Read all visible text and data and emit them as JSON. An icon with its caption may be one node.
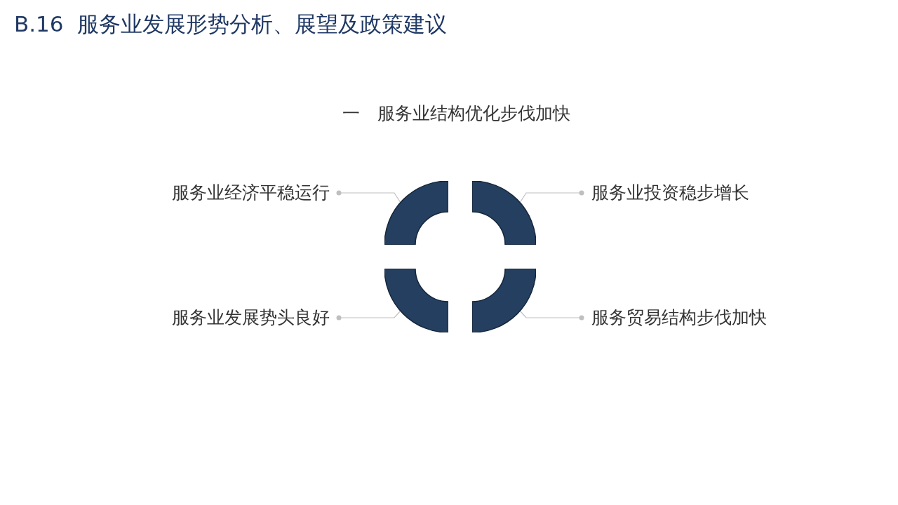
{
  "diagram": {
    "title": "B.16  服务业发展形势分析、展望及政策建议",
    "nodes": [
      {
        "text": [
          "服务业经济平稳运行"
        ]
      },
      {
        "text": [],
        "shape": "arc"
      },
      {
        "text": [],
        "shape": "arc"
      },
      {
        "text": [
          "服务业投资稳步增长"
        ]
      },
      {
        "text": [
          "服务业发展势头良好"
        ]
      },
      {
        "text": [],
        "shape": "arc"
      },
      {
        "text": [],
        "shape": "arc"
      },
      {
        "text": [
          "服务贸易结构步伐加快"
        ]
      }
    ],
    "edges": [
      {
        "from": 0,
        "to": 1,
        "arrow": "other"
      },
      {
        "from": 3,
        "to": 2,
        "arrow": "other"
      },
      {
        "from": 4,
        "to": 5,
        "arrow": "other"
      },
      {
        "from": 7,
        "to": 6,
        "arrow": "other"
      }
    ],
    "labels": [
      "一　服务业结构优化步伐加快"
    ]
  }
}
